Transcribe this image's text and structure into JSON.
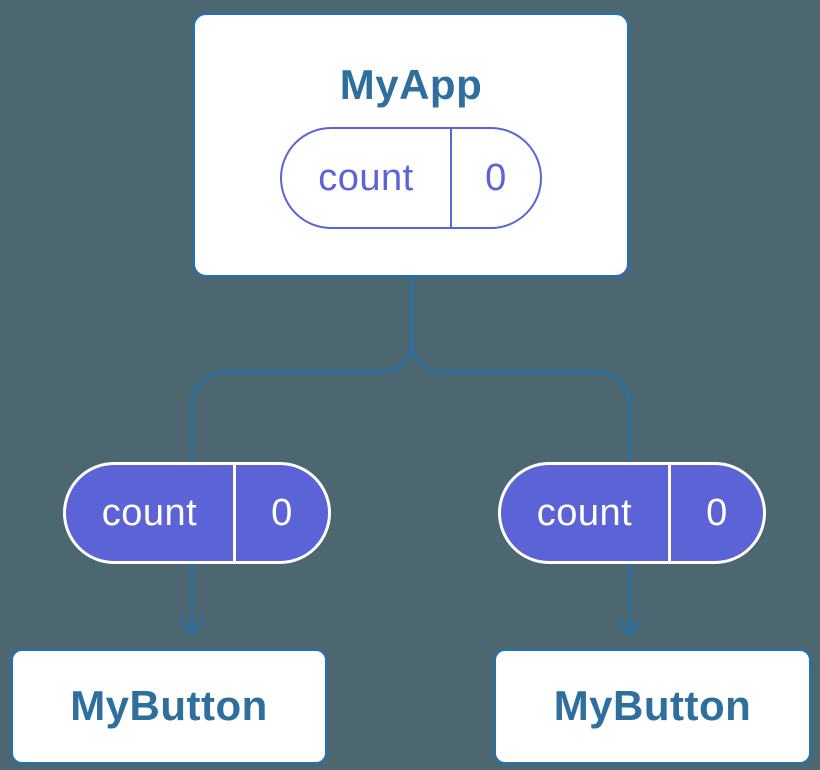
{
  "diagram_title": "component-state-tree",
  "colors": {
    "background": "#4C6770",
    "line_blue": "#2E6F9D",
    "pill_purple": "#5B63D6",
    "card_background": "#FFFFFF",
    "pill_text_on_purple": "#FFFFFF"
  },
  "root": {
    "title": "MyApp",
    "state_name": "count",
    "state_value": "0"
  },
  "children": [
    {
      "title": "MyButton",
      "prop_name": "count",
      "prop_value": "0"
    },
    {
      "title": "MyButton",
      "prop_name": "count",
      "prop_value": "0"
    }
  ]
}
